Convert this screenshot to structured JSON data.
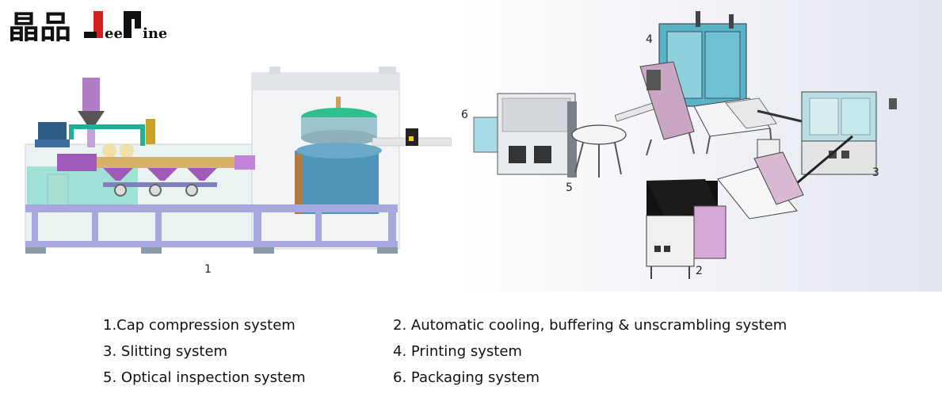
{
  "logo": {
    "text_cn": "晶品",
    "text_mark": "JeePine"
  },
  "callouts": {
    "c1": "1",
    "c2": "2",
    "c3": "3",
    "c4": "4",
    "c5": "5",
    "c6": "6"
  },
  "legend": {
    "item1": "1.Cap compression system",
    "item2": "2. Automatic cooling, buffering & unscrambling system",
    "item3": "3. Slitting system",
    "item4": "4. Printing system",
    "item5": "5. Optical inspection system",
    "item6": "6. Packaging system"
  }
}
